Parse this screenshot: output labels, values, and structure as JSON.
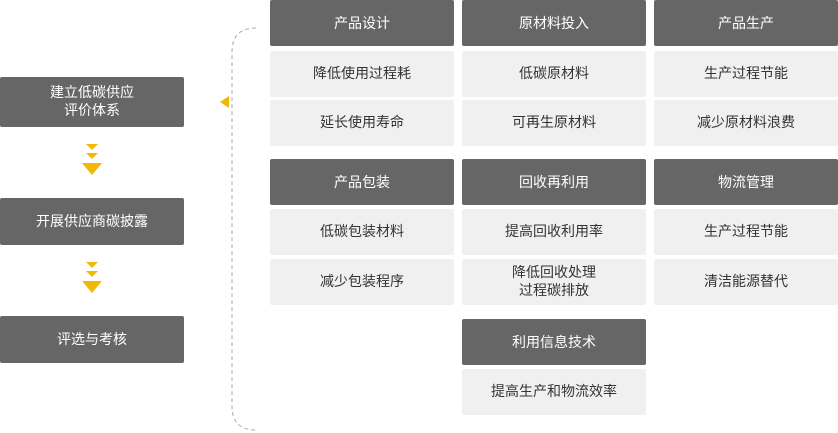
{
  "steps": [
    "建立低碳供应\n评价体系",
    "开展供应商碳披露",
    "评选与考核"
  ],
  "columns": [
    {
      "title": "产品设计",
      "items": [
        "降低使用过程耗",
        "延长使用寿命"
      ]
    },
    {
      "title": "原材料投入",
      "items": [
        "低碳原材料",
        "可再生原材料"
      ]
    },
    {
      "title": "产品生产",
      "items": [
        "生产过程节能",
        "减少原材料浪费"
      ]
    },
    {
      "title": "产品包装",
      "items": [
        "低碳包装材料",
        "减少包装程序"
      ]
    },
    {
      "title": "回收再利用",
      "items": [
        "提高回收利用率",
        "降低回收处理\n过程碳排放"
      ]
    },
    {
      "title": "物流管理",
      "items": [
        "生产过程节能",
        "清洁能源替代"
      ]
    },
    {
      "title": "利用信息技术",
      "items": [
        "提高生产和物流效率"
      ]
    }
  ],
  "colors": {
    "box_dark": "#666666",
    "box_light": "#f0f0f0",
    "accent": "#f2b806",
    "bracket": "#aaaaaa"
  }
}
